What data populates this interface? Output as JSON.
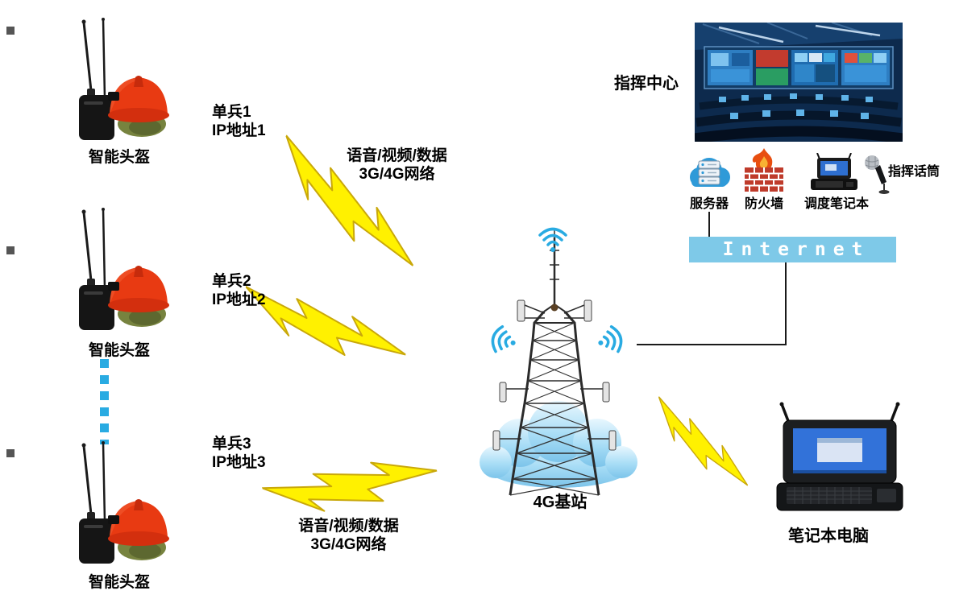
{
  "soldiers": [
    {
      "unit": "单兵1",
      "ip": "IP地址1",
      "device_label": "智能头盔"
    },
    {
      "unit": "单兵2",
      "ip": "IP地址2",
      "device_label": "智能头盔"
    },
    {
      "unit": "单兵3",
      "ip": "IP地址3",
      "device_label": "智能头盔"
    }
  ],
  "radio_links": {
    "top": {
      "line1": "语音/视频/数据",
      "line2": "3G/4G网络"
    },
    "bottom": {
      "line1": "语音/视频/数据",
      "line2": "3G/4G网络"
    }
  },
  "base_station": {
    "label": "4G基站"
  },
  "command_center": {
    "label": "指挥中心",
    "equipment": {
      "server": "服务器",
      "firewall": "防火墙",
      "dispatch_laptop": "调度笔记本",
      "microphone": "指挥话筒"
    },
    "internet_label": "Internet"
  },
  "field_laptop": {
    "label": "笔记本电脑"
  },
  "colors": {
    "lightning_fill": "#FFF100",
    "lightning_outline": "#C9A80A",
    "internet_bar_bg": "#7EC9E8",
    "internet_text": "#FFFFFF",
    "dashed_link": "#29ABE2",
    "wifi": "#29ABE2",
    "helmet_red": "#E83A12",
    "cloud_blue": "#8ECFF0"
  },
  "icons": [
    "helmet-radio-icon",
    "wifi-signal-icon",
    "cell-tower-icon",
    "cloud-icon",
    "lightning-bolt-icon",
    "server-cloud-icon",
    "firewall-icon",
    "laptop-icon",
    "microphone-icon",
    "control-room-photo",
    "rugged-laptop-icon"
  ]
}
